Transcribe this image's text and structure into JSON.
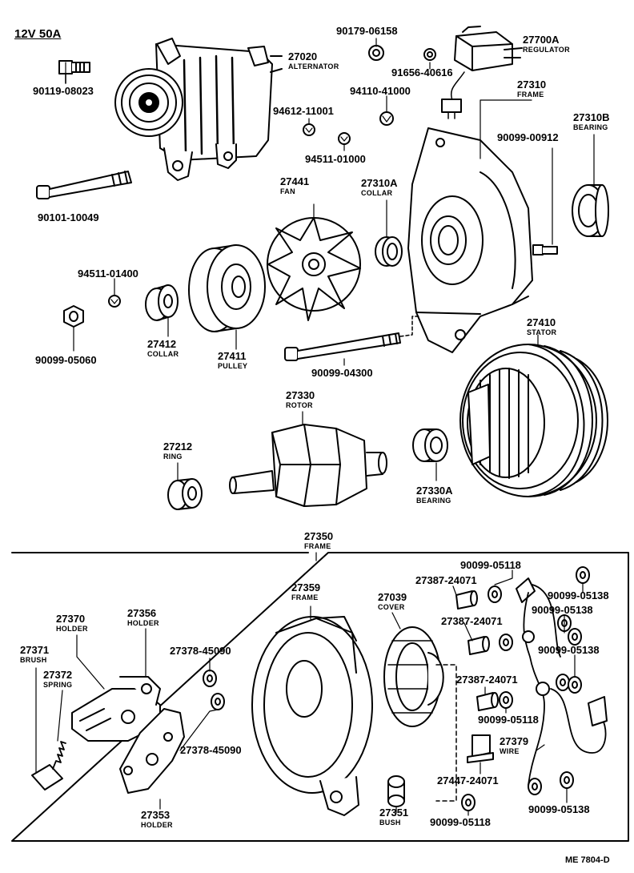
{
  "spec": "12V 50A",
  "figure_code": "ME 7804-D",
  "labels": {
    "p27020": {
      "pn": "27020",
      "name": "ALTERNATOR"
    },
    "p90179": {
      "pn": "90179-06158"
    },
    "p27700A": {
      "pn": "27700A",
      "name": "REGULATOR"
    },
    "p90119": {
      "pn": "90119-08023"
    },
    "p91656": {
      "pn": "91656-40616"
    },
    "p94110": {
      "pn": "94110-41000"
    },
    "p94612": {
      "pn": "94612-11001"
    },
    "p94511a": {
      "pn": "94511-01000"
    },
    "p27310": {
      "pn": "27310",
      "name": "FRAME"
    },
    "p90099_00912": {
      "pn": "90099-00912"
    },
    "p27310B": {
      "pn": "27310B",
      "name": "BEARING"
    },
    "p90101": {
      "pn": "90101-10049"
    },
    "p27441": {
      "pn": "27441",
      "name": "FAN"
    },
    "p27310A": {
      "pn": "27310A",
      "name": "COLLAR"
    },
    "p94511b": {
      "pn": "94511-01400"
    },
    "p90099_05060": {
      "pn": "90099-05060"
    },
    "p27412": {
      "pn": "27412",
      "name": "COLLAR"
    },
    "p27411": {
      "pn": "27411",
      "name": "PULLEY"
    },
    "p90099_04300": {
      "pn": "90099-04300"
    },
    "p27410": {
      "pn": "27410",
      "name": "STATOR"
    },
    "p27330": {
      "pn": "27330",
      "name": "ROTOR"
    },
    "p27212": {
      "pn": "27212",
      "name": "RING"
    },
    "p27330A": {
      "pn": "27330A",
      "name": "BEARING"
    },
    "p27350": {
      "pn": "27350",
      "name": "FRAME"
    },
    "p90099_05118a": {
      "pn": "90099-05118"
    },
    "p27387a": {
      "pn": "27387-24071"
    },
    "p90099_05138a": {
      "pn": "90099-05138"
    },
    "p27359": {
      "pn": "27359",
      "name": "FRAME"
    },
    "p27039": {
      "pn": "27039",
      "name": "COVER"
    },
    "p27370": {
      "pn": "27370",
      "name": "HOLDER"
    },
    "p27356": {
      "pn": "27356",
      "name": "HOLDER"
    },
    "p90099_05138b": {
      "pn": "90099-05138"
    },
    "p27387b": {
      "pn": "27387-24071"
    },
    "p27378a": {
      "pn": "27378-45090"
    },
    "p27371": {
      "pn": "27371",
      "name": "BRUSH"
    },
    "p27372": {
      "pn": "27372",
      "name": "SPRING"
    },
    "p90099_05138c": {
      "pn": "90099-05138"
    },
    "p27387c": {
      "pn": "27387-24071"
    },
    "p90099_05118b": {
      "pn": "90099-05118"
    },
    "p27378b": {
      "pn": "27378-45090"
    },
    "p27379": {
      "pn": "27379",
      "name": "WIRE"
    },
    "p27447": {
      "pn": "27447-24071"
    },
    "p27353": {
      "pn": "27353",
      "name": "HOLDER"
    },
    "p27351": {
      "pn": "27351",
      "name": "BUSH"
    },
    "p90099_05118c": {
      "pn": "90099-05118"
    },
    "p90099_05138d": {
      "pn": "90099-05138"
    }
  }
}
